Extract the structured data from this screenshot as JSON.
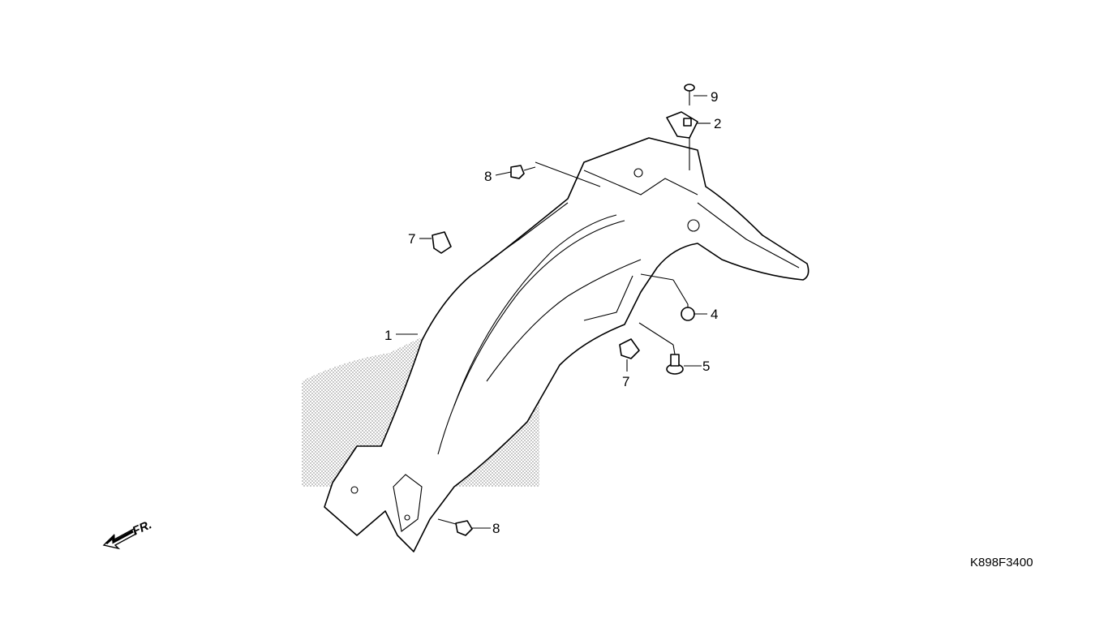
{
  "diagram": {
    "drawing_code": "K898F3400",
    "front_label": "FR.",
    "callouts": [
      {
        "id": "c1",
        "label": "1"
      },
      {
        "id": "c2",
        "label": "2"
      },
      {
        "id": "c4",
        "label": "4"
      },
      {
        "id": "c5",
        "label": "5"
      },
      {
        "id": "c7a",
        "label": "7"
      },
      {
        "id": "c7b",
        "label": "7"
      },
      {
        "id": "c8a",
        "label": "8"
      },
      {
        "id": "c8b",
        "label": "8"
      },
      {
        "id": "c9",
        "label": "9"
      }
    ]
  }
}
